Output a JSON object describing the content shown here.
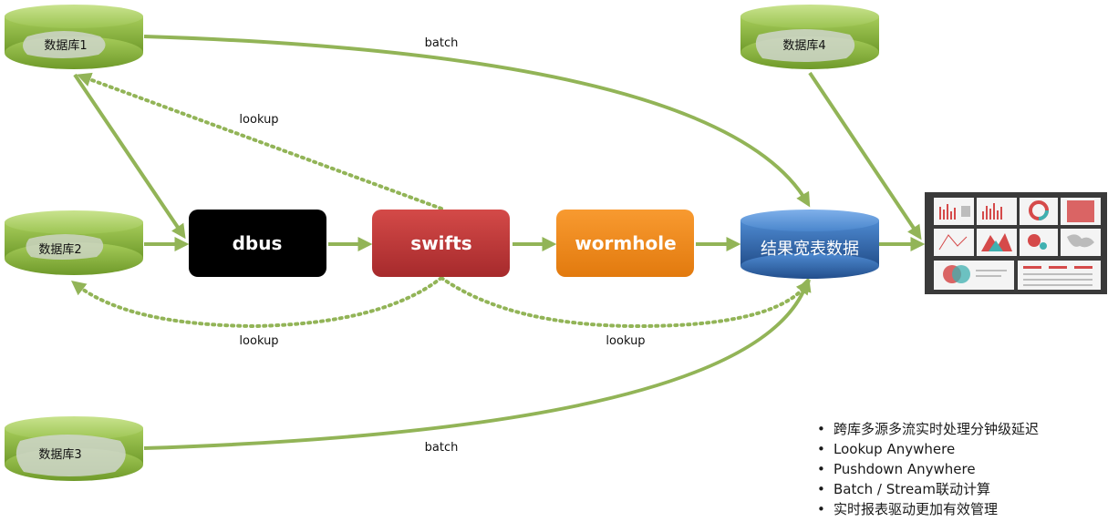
{
  "nodes": {
    "db1": "数据库1",
    "db2": "数据库2",
    "db3": "数据库3",
    "db4": "数据库4",
    "dbus": "dbus",
    "swifts": "swifts",
    "wormhole": "wormhole",
    "result": "结果宽表数据"
  },
  "edges": {
    "batch_top": "batch",
    "lookup_top": "lookup",
    "lookup_left": "lookup",
    "lookup_right": "lookup",
    "batch_bottom": "batch"
  },
  "colors": {
    "arrow": "#92b457",
    "cylinder": "#8db63f",
    "dbus": "#000000",
    "swifts": "#c0383a",
    "wormhole": "#f08a1c",
    "result": "#2f6bb5"
  },
  "bullets": [
    "跨库多源多流实时处理分钟级延迟",
    "Lookup Anywhere",
    "Pushdown Anywhere",
    "Batch / Stream联动计算",
    "实时报表驱动更加有效管理"
  ]
}
